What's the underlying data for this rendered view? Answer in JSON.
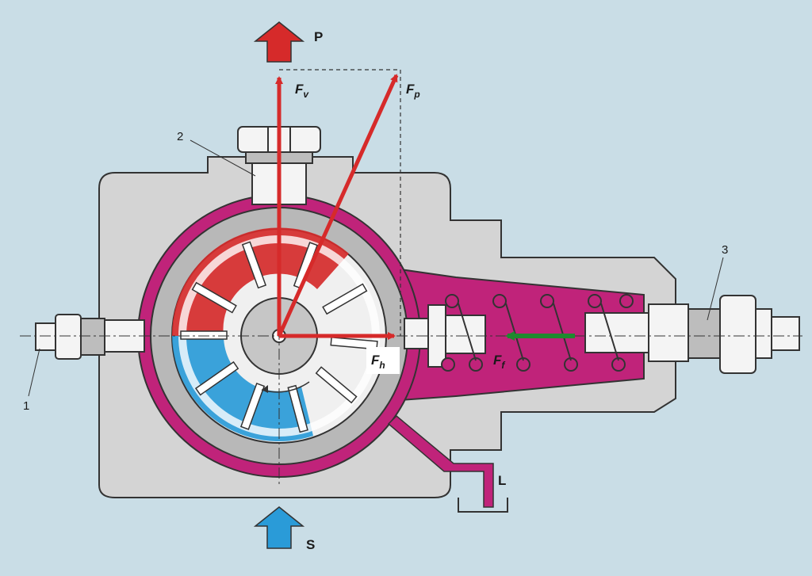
{
  "labels": {
    "callout_1": "1",
    "callout_2": "2",
    "callout_3": "3",
    "pressure": "P",
    "suction": "S",
    "leakage": "L"
  },
  "forces": {
    "fv": {
      "symbol": "F",
      "sub": "v"
    },
    "fp": {
      "symbol": "F",
      "sub": "p"
    },
    "fh": {
      "symbol": "F",
      "sub": "h"
    },
    "ff": {
      "symbol": "F",
      "sub": "f"
    }
  },
  "colors": {
    "background": "#c9dde6",
    "housing": "#d4d4d4",
    "ring": "#b8b8b8",
    "chamber": "#c0237a",
    "pressure_zone": "#d52b2b",
    "suction_zone": "#2a9bd8",
    "force_arrow": "#d62a2a",
    "spring_force_arrow": "#1f8a2f"
  },
  "icons": {
    "pressure_arrow": "arrow-up-icon",
    "suction_arrow": "arrow-up-icon"
  }
}
